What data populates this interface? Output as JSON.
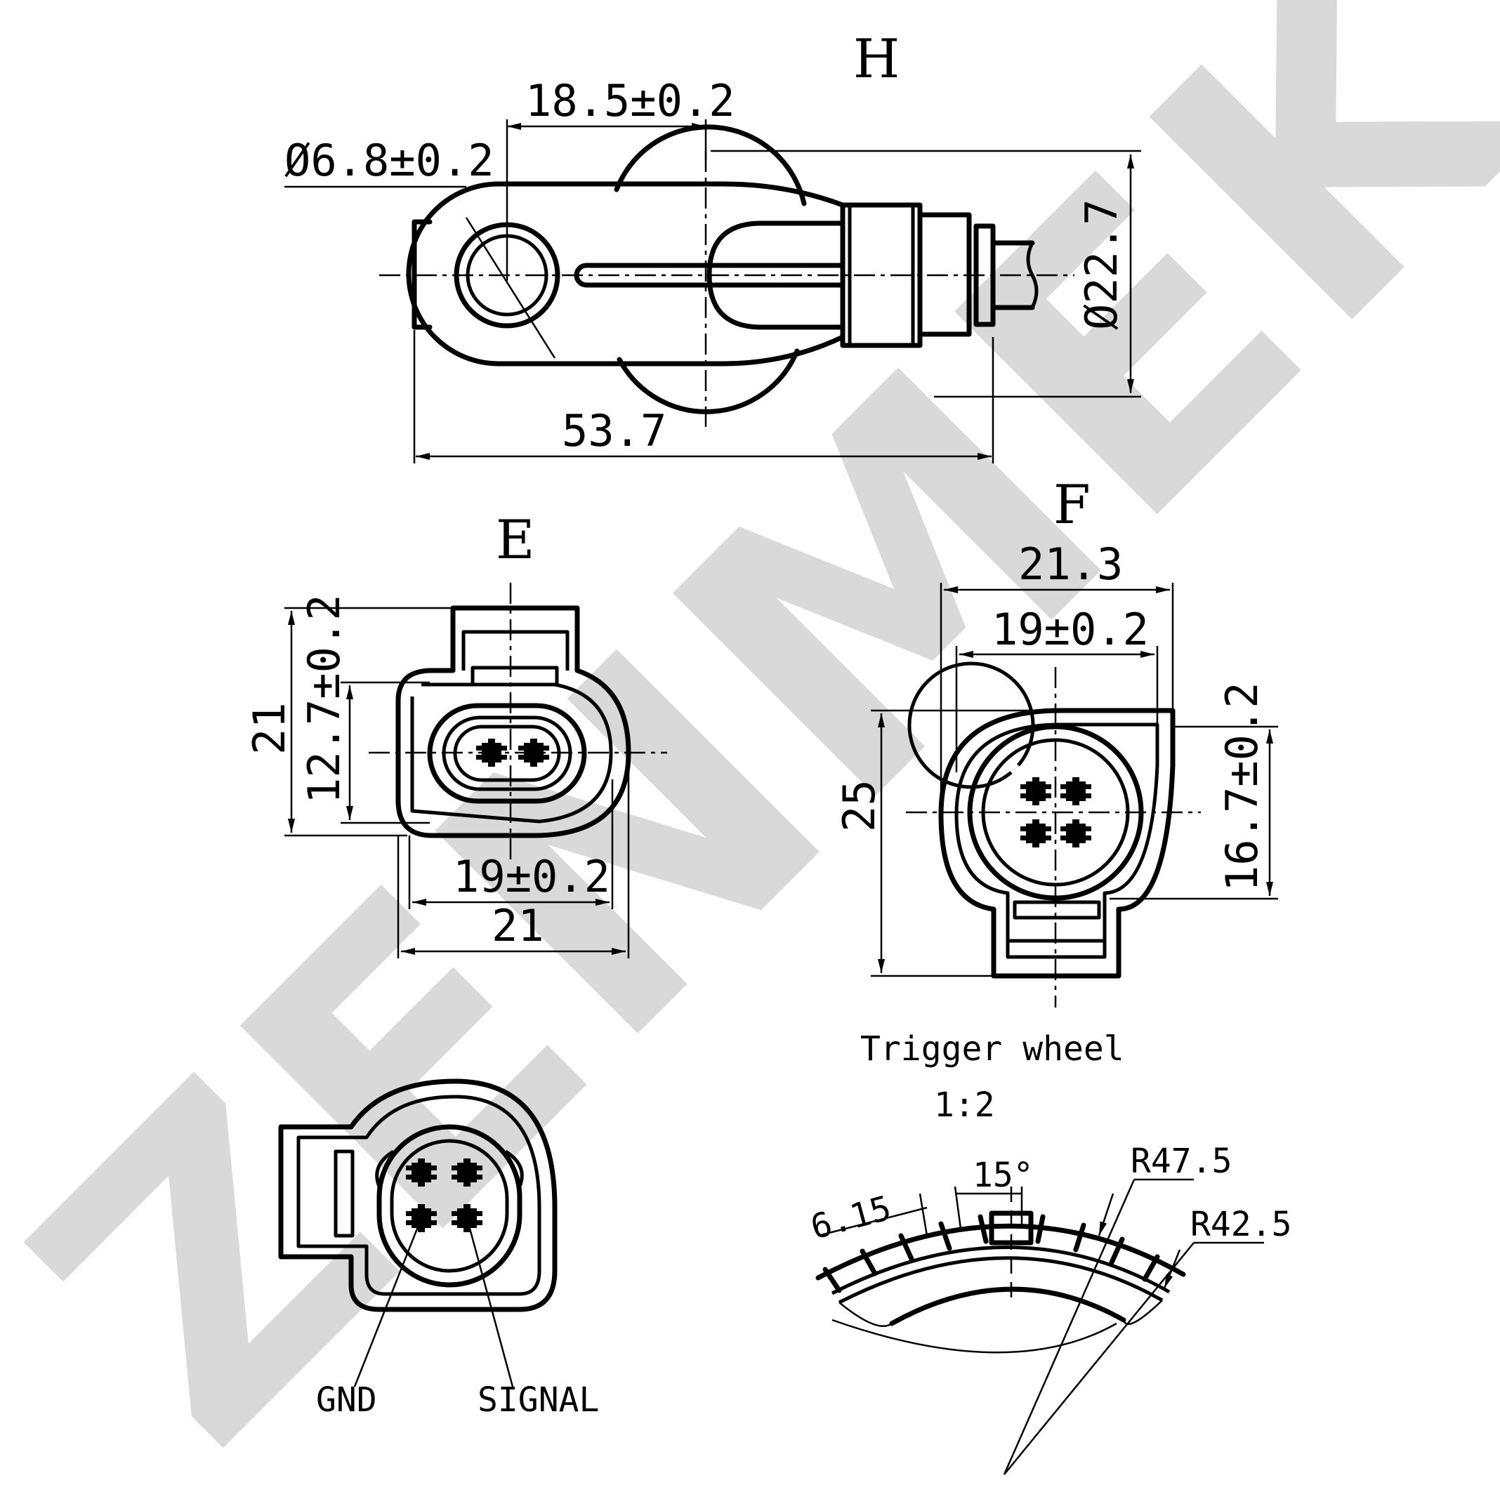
{
  "watermark": {
    "text": "ZENMEK",
    "color": "#d9d9d9"
  },
  "views": {
    "h": {
      "title": "H",
      "dims": {
        "hole_dia": "Ø6.8±0.2",
        "center_dist": "18.5±0.2",
        "body_dia": "Ø22.7",
        "length": "53.7"
      }
    },
    "e": {
      "title": "E",
      "dims": {
        "height": "21",
        "inner_height": "12.7±0.2",
        "inner_width": "19±0.2",
        "width": "21"
      }
    },
    "f": {
      "title": "F",
      "dims": {
        "outer_width": "21.3",
        "inner_width": "19±0.2",
        "height": "25",
        "inner_height": "16.7±0.2"
      }
    },
    "connector": {
      "labels": {
        "gnd": "GND",
        "signal": "SIGNAL"
      }
    },
    "trigger": {
      "title": "Trigger wheel",
      "scale": "1:2",
      "dims": {
        "tooth": "6.15",
        "angle": "15°",
        "r_outer": "R47.5",
        "r_inner": "R42.5"
      }
    }
  }
}
